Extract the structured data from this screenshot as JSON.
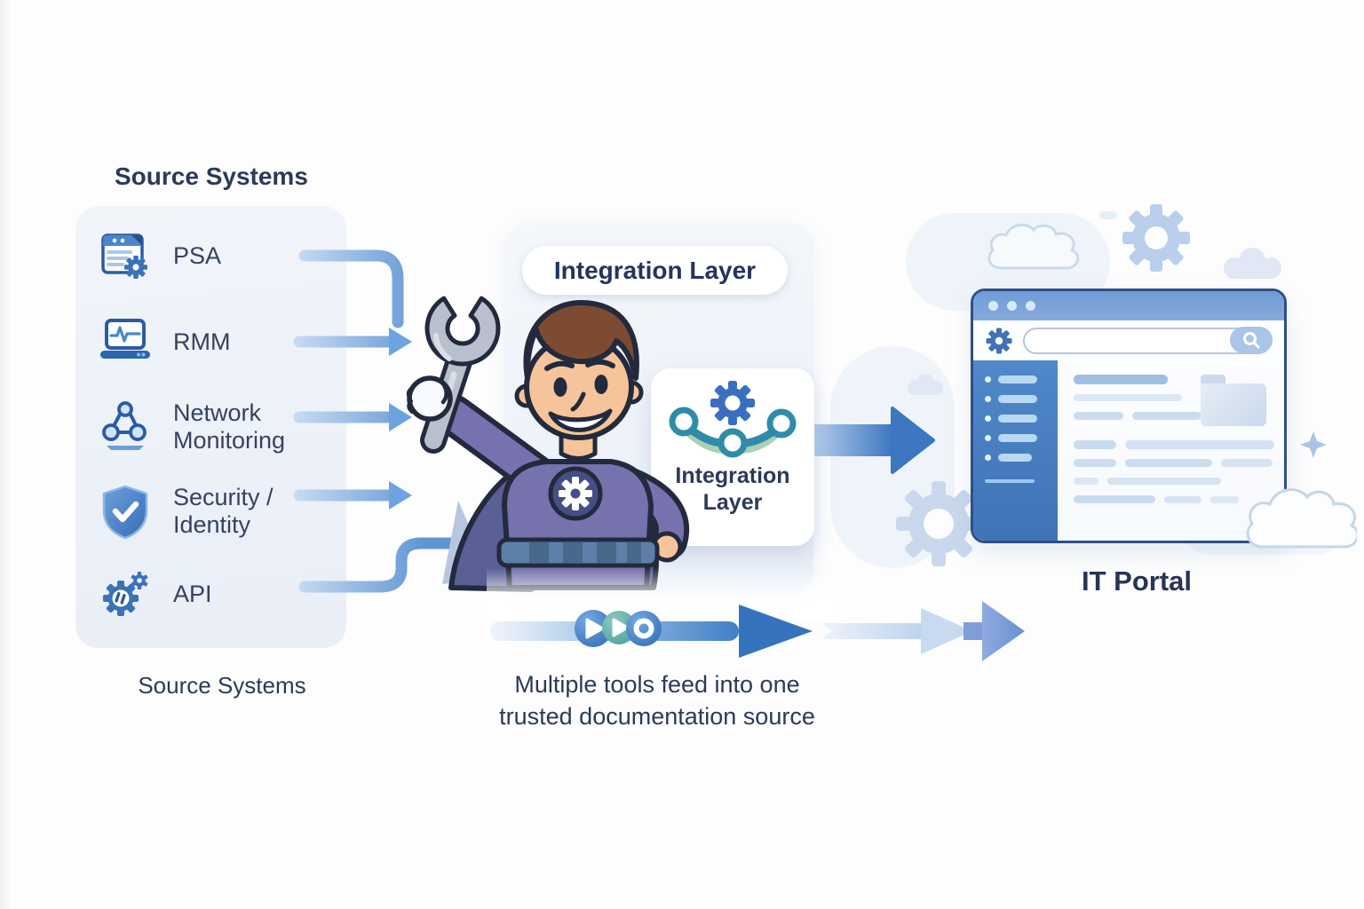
{
  "source_panel": {
    "heading": "Source Systems",
    "footer_label": "Source Systems",
    "items": [
      {
        "label": "PSA",
        "icon": "document-gear-icon"
      },
      {
        "label": "RMM",
        "icon": "laptop-pulse-icon"
      },
      {
        "label": "Network Monitoring",
        "icon": "network-nodes-icon"
      },
      {
        "label": "Security / Identity",
        "icon": "shield-check-icon"
      },
      {
        "label": "API",
        "icon": "gear-code-icon"
      }
    ]
  },
  "integration_panel": {
    "header_label": "Integration Layer",
    "character": "superhero-engineer-with-wrench",
    "badge": {
      "icon": "gear-network-icon",
      "label_line1": "Integration",
      "label_line2": "Layer"
    }
  },
  "portal": {
    "label": "IT Portal",
    "window_icons": [
      "gear-icon",
      "search-icon",
      "folder-icon"
    ]
  },
  "caption": {
    "line1": "Multiple tools feed into one",
    "line2": "trusted documentation source"
  },
  "pipeline_icons": [
    "play-circle-blue",
    "play-circle-teal",
    "record-circle-blue"
  ],
  "decorations": [
    "cloud-outline-icon",
    "gear-icon",
    "cloud-icon",
    "sparkle-icon"
  ],
  "colors": {
    "heading_text": "#2c3a57",
    "panel_bg": "#eef2f9",
    "icon_blue": "#3a72b8",
    "arrow_blue": "#5f95d4",
    "big_arrow": "#3c77c0",
    "suit_purple": "#7672ae",
    "cape_slate": "#5a6095",
    "teal": "#2f8ca8",
    "soft_green": "#abd0b6",
    "browser_border": "#2d4f86",
    "browser_sidebar": "#4b83c6",
    "periwinkle": "#7e9fda"
  }
}
